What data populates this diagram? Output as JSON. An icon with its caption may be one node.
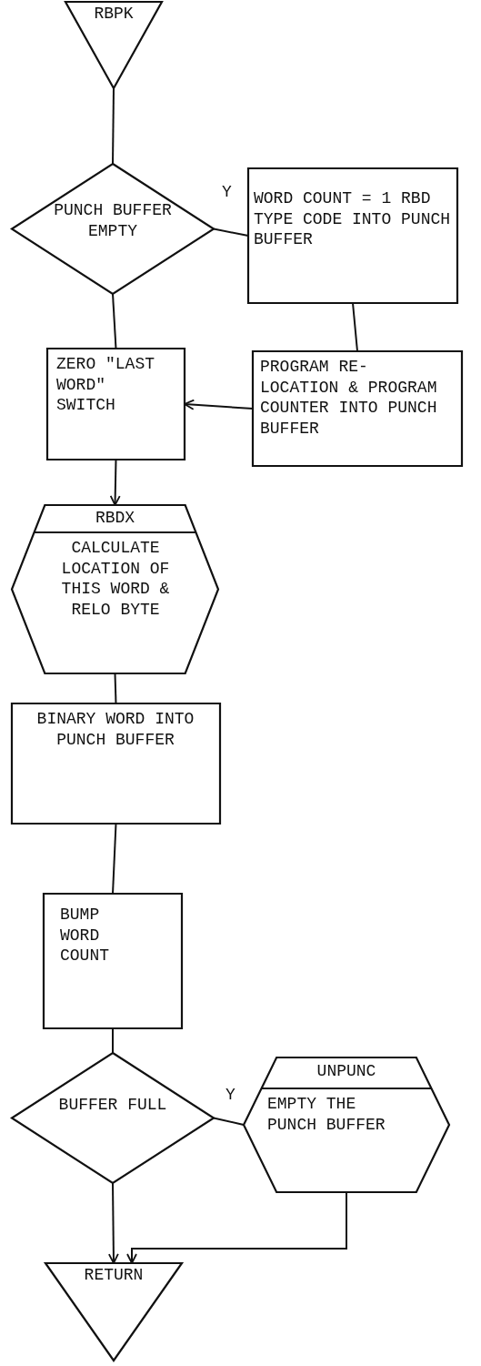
{
  "diagram": {
    "nodes": [
      {
        "text": [
          "RBPK"
        ]
      },
      {
        "text": [
          "PUNCH BUFFER EMPTY"
        ]
      },
      {
        "text": [
          "WORD COUNT = 1 RBD TYPE CODE INTO PUNCH BUFFER"
        ]
      },
      {
        "text": [
          "ZERO \"LAST WORD\" SWITCH"
        ]
      },
      {
        "text": [
          "PROGRAM RE- LOCATION & PROGRAM COUNTER INTO PUNCH BUFFER"
        ]
      },
      {
        "text": [
          "RBDX",
          "CALCULATE LOCATION OF THIS WORD & RELO BYTE"
        ]
      },
      {
        "text": [
          "BINARY WORD INTO PUNCH BUFFER"
        ]
      },
      {
        "text": [
          "BUMP WORD COUNT"
        ]
      },
      {
        "text": [
          "BUFFER FULL"
        ]
      },
      {
        "text": [
          "UNPUNC",
          "EMPTY THE PUNCH BUFFER"
        ]
      },
      {
        "text": [
          "RETURN"
        ]
      }
    ],
    "edges": [
      {
        "from": 0,
        "to": 1,
        "arrow": "none"
      },
      {
        "from": 1,
        "to": 2,
        "arrow": "none",
        "label": "Y"
      },
      {
        "from": 2,
        "to": 4,
        "arrow": "none"
      },
      {
        "from": 4,
        "to": 3,
        "arrow": "to"
      },
      {
        "from": 1,
        "to": 3,
        "arrow": "none"
      },
      {
        "from": 3,
        "to": 5,
        "arrow": "to"
      },
      {
        "from": 5,
        "to": 6,
        "arrow": "none"
      },
      {
        "from": 6,
        "to": 7,
        "arrow": "none"
      },
      {
        "from": 7,
        "to": 8,
        "arrow": "none"
      },
      {
        "from": 8,
        "to": 9,
        "arrow": "none",
        "label": "Y"
      },
      {
        "from": 8,
        "to": 10,
        "arrow": "to"
      },
      {
        "from": 9,
        "to": 10,
        "arrow": "to"
      }
    ]
  }
}
